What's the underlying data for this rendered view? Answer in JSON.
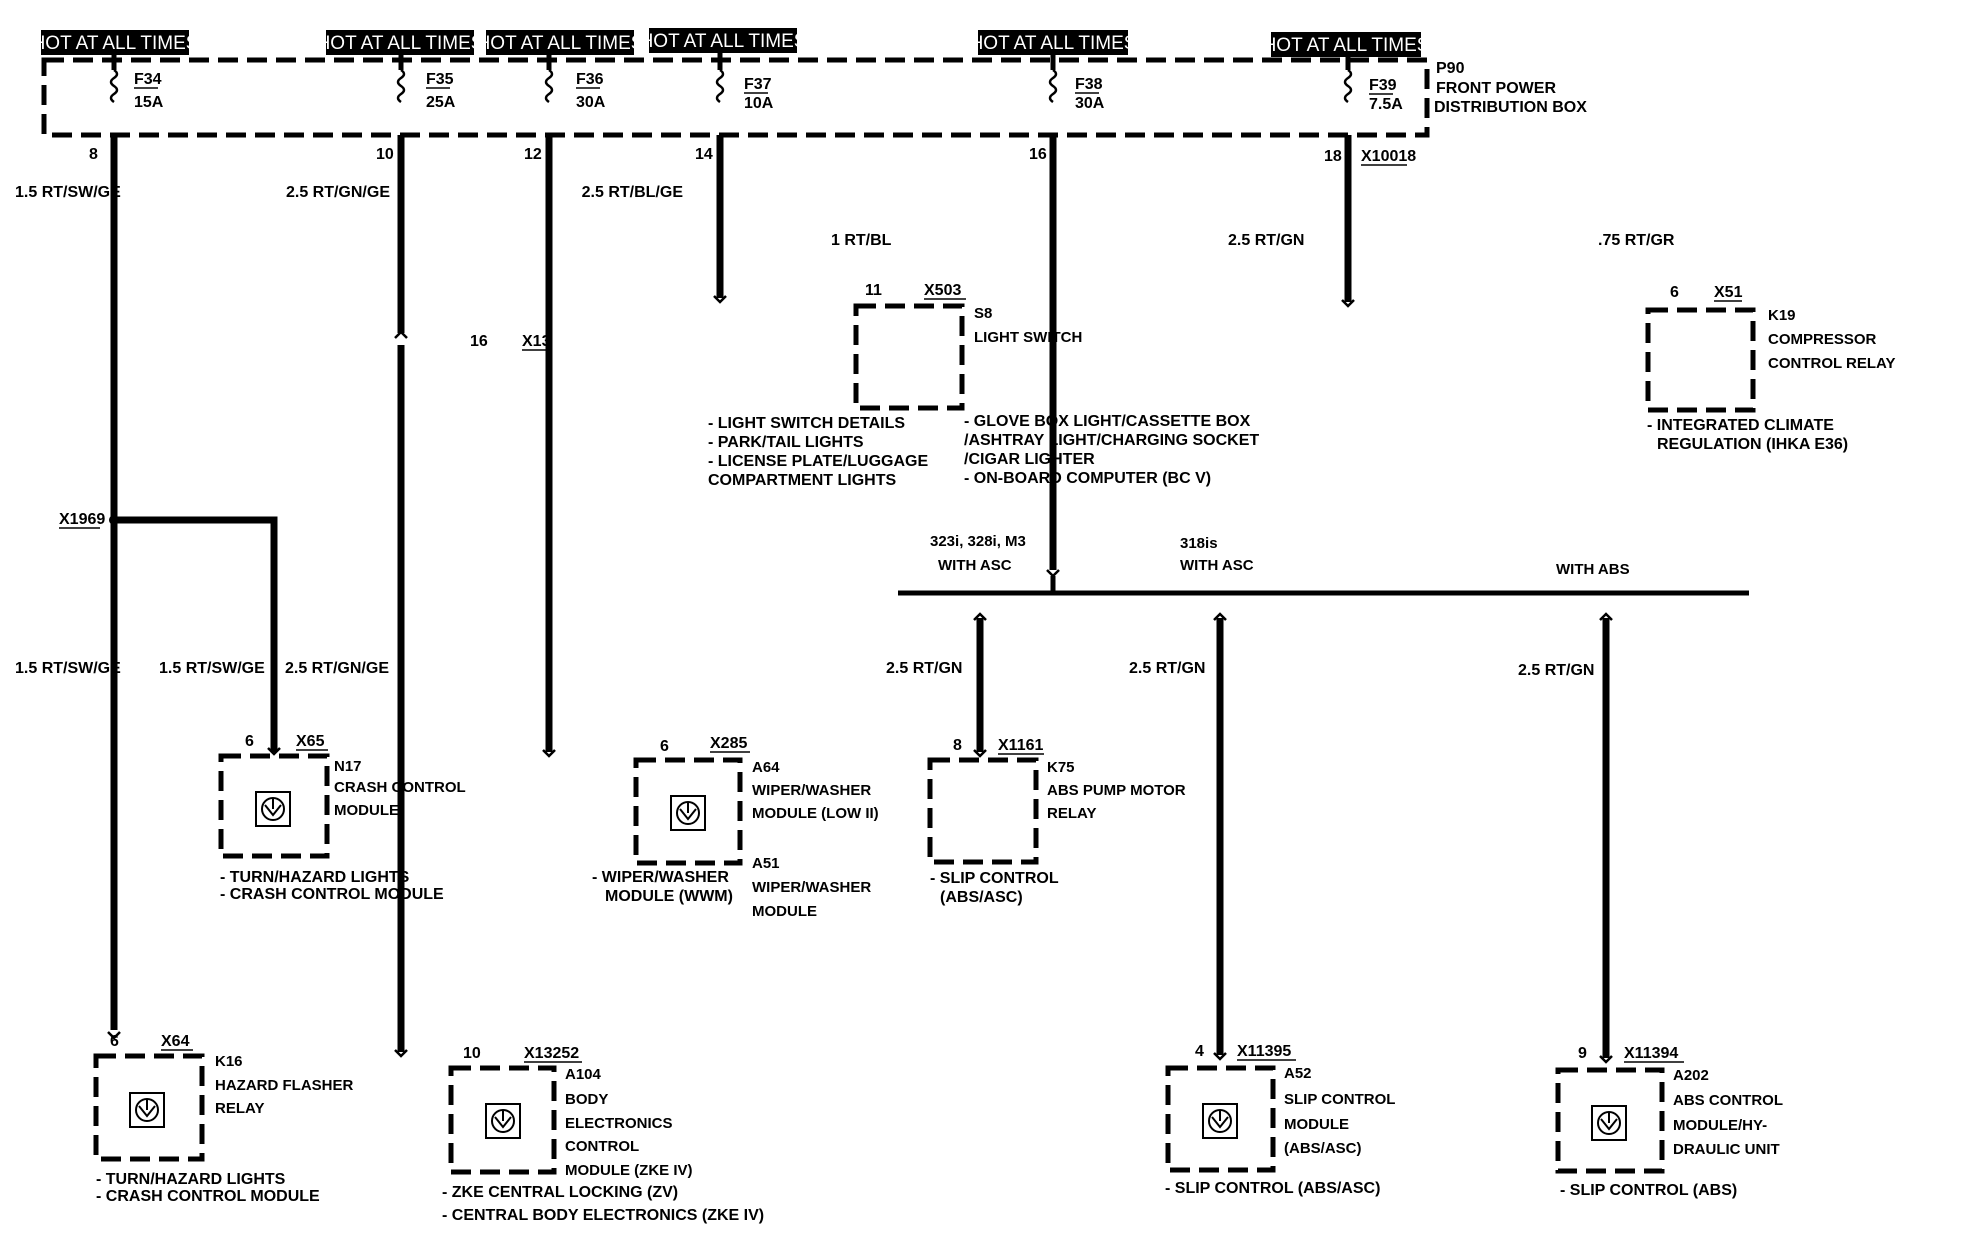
{
  "hot_label": "HOT AT ALL TIMES",
  "power_box": {
    "id": "P90",
    "name_line1": "FRONT POWER",
    "name_line2": "DISTRIBUTION BOX"
  },
  "fuses": [
    {
      "id": "F34",
      "rating": "15A",
      "pin": "8",
      "wire": "1.5 RT/SW/GE"
    },
    {
      "id": "F35",
      "rating": "25A",
      "pin": "10",
      "wire": "2.5 RT/GN/GE"
    },
    {
      "id": "F36",
      "rating": "30A",
      "pin": "12",
      "wire": "2.5 RT/BL/GE"
    },
    {
      "id": "F37",
      "rating": "10A",
      "pin": "14",
      "wire": "1 RT/BL"
    },
    {
      "id": "F38",
      "rating": "30A",
      "pin": "16",
      "wire": "2.5 RT/GN"
    },
    {
      "id": "F39",
      "rating": "7.5A",
      "pin": "18",
      "wire": ".75 RT/GR",
      "connector": "X10018"
    }
  ],
  "splice": {
    "id": "X1969",
    "wire_left": "1.5 RT/SW/GE",
    "wire_right": "1.5 RT/SW/GE"
  },
  "connector_x13": {
    "pin": "16",
    "id": "X13",
    "wire_below": "2.5 RT/GN/GE"
  },
  "components": {
    "n17": {
      "pin": "6",
      "connector": "X65",
      "id": "N17",
      "name1": "CRASH CONTROL",
      "name2": "MODULE",
      "notes": [
        "- TURN/HAZARD LIGHTS",
        "- CRASH CONTROL MODULE"
      ]
    },
    "k16": {
      "pin": "6",
      "connector": "X64",
      "id": "K16",
      "name1": "HAZARD FLASHER",
      "name2": "RELAY",
      "notes": [
        "- TURN/HAZARD LIGHTS",
        "- CRASH CONTROL MODULE"
      ]
    },
    "a104": {
      "pin": "10",
      "connector": "X13252",
      "id": "A104",
      "name": [
        "BODY",
        "ELECTRONICS",
        "CONTROL",
        "MODULE (ZKE IV)"
      ],
      "notes": [
        "- ZKE CENTRAL LOCKING (ZV)",
        "- CENTRAL BODY ELECTRONICS (ZKE IV)"
      ]
    },
    "a64": {
      "pin": "6",
      "connector": "X285",
      "id": "A64",
      "name1": "WIPER/WASHER",
      "name2": "MODULE (LOW II)",
      "alt_id": "A51",
      "alt_name1": "WIPER/WASHER",
      "alt_name2": "MODULE",
      "notes": [
        "- WIPER/WASHER",
        "MODULE (WWM)"
      ]
    },
    "a64_notes_above": [
      "- LIGHT SWITCH DETAILS",
      "- PARK/TAIL LIGHTS",
      "- LICENSE PLATE/LUGGAGE",
      "COMPARTMENT LIGHTS"
    ],
    "s8": {
      "pin": "11",
      "connector": "X503",
      "id": "S8",
      "name": "LIGHT SWITCH",
      "notes": [
        "- GLOVE BOX LIGHT/CASSETTE BOX",
        "/ASHTRAY LIGHT/CHARGING SOCKET",
        "/CIGAR LIGHTER",
        "- ON-BOARD COMPUTER (BC V)"
      ]
    },
    "k19": {
      "pin": "6",
      "connector": "X51",
      "id": "K19",
      "name1": "COMPRESSOR",
      "name2": "CONTROL RELAY",
      "notes": [
        "- INTEGRATED CLIMATE",
        "REGULATION (IHKA E36)"
      ]
    },
    "k75": {
      "pin": "8",
      "connector": "X1161",
      "id": "K75",
      "name1": "ABS PUMP MOTOR",
      "name2": "RELAY",
      "wire": "2.5 RT/GN",
      "notes": [
        "- SLIP CONTROL",
        "(ABS/ASC)"
      ]
    },
    "a52": {
      "pin": "4",
      "connector": "X11395",
      "id": "A52",
      "name": [
        "SLIP CONTROL",
        "MODULE",
        "(ABS/ASC)"
      ],
      "wire": "2.5 RT/GN",
      "notes": [
        "- SLIP CONTROL (ABS/ASC)"
      ]
    },
    "a202": {
      "pin": "9",
      "connector": "X11394",
      "id": "A202",
      "name": [
        "ABS CONTROL",
        "MODULE/HY-",
        "DRAULIC UNIT"
      ],
      "wire": "2.5 RT/GN",
      "notes": [
        "- SLIP CONTROL (ABS)"
      ]
    }
  },
  "branches": {
    "b1_line1": "323i, 328i, M3",
    "b1_line2": "WITH ASC",
    "b2_line1": "318is",
    "b2_line2": "WITH ASC",
    "b3": "WITH ABS"
  }
}
